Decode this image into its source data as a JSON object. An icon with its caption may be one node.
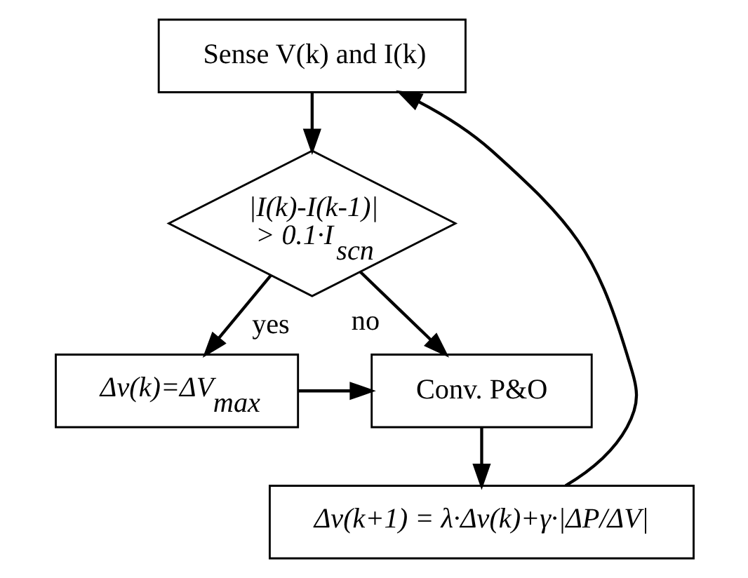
{
  "diagram": {
    "nodes": [
      {
        "text": [
          "Sense V(k) and I(k)"
        ]
      },
      {
        "text": [
          "|I(k)-I(k-1)| > 0.1·I$_{scn}$"
        ]
      },
      {
        "text": [
          "Δv(k)=ΔV$_{max}$"
        ]
      },
      {
        "text": [
          "Conv. P&O"
        ]
      },
      {
        "text": [
          "Δv(k+1) = λ·Δv(k)+γ·|ΔP/ΔV|"
        ]
      }
    ],
    "edges": [
      {
        "from": 0,
        "to": 1,
        "arrow": "to"
      },
      {
        "from": 1,
        "to": 2,
        "arrow": "to",
        "label": "yes"
      },
      {
        "from": 1,
        "to": 3,
        "arrow": "to",
        "label": "no"
      },
      {
        "from": 2,
        "to": 3,
        "arrow": "to"
      },
      {
        "from": 3,
        "to": 4,
        "arrow": "to"
      },
      {
        "from": 4,
        "to": 0,
        "arrow": "to"
      }
    ]
  }
}
